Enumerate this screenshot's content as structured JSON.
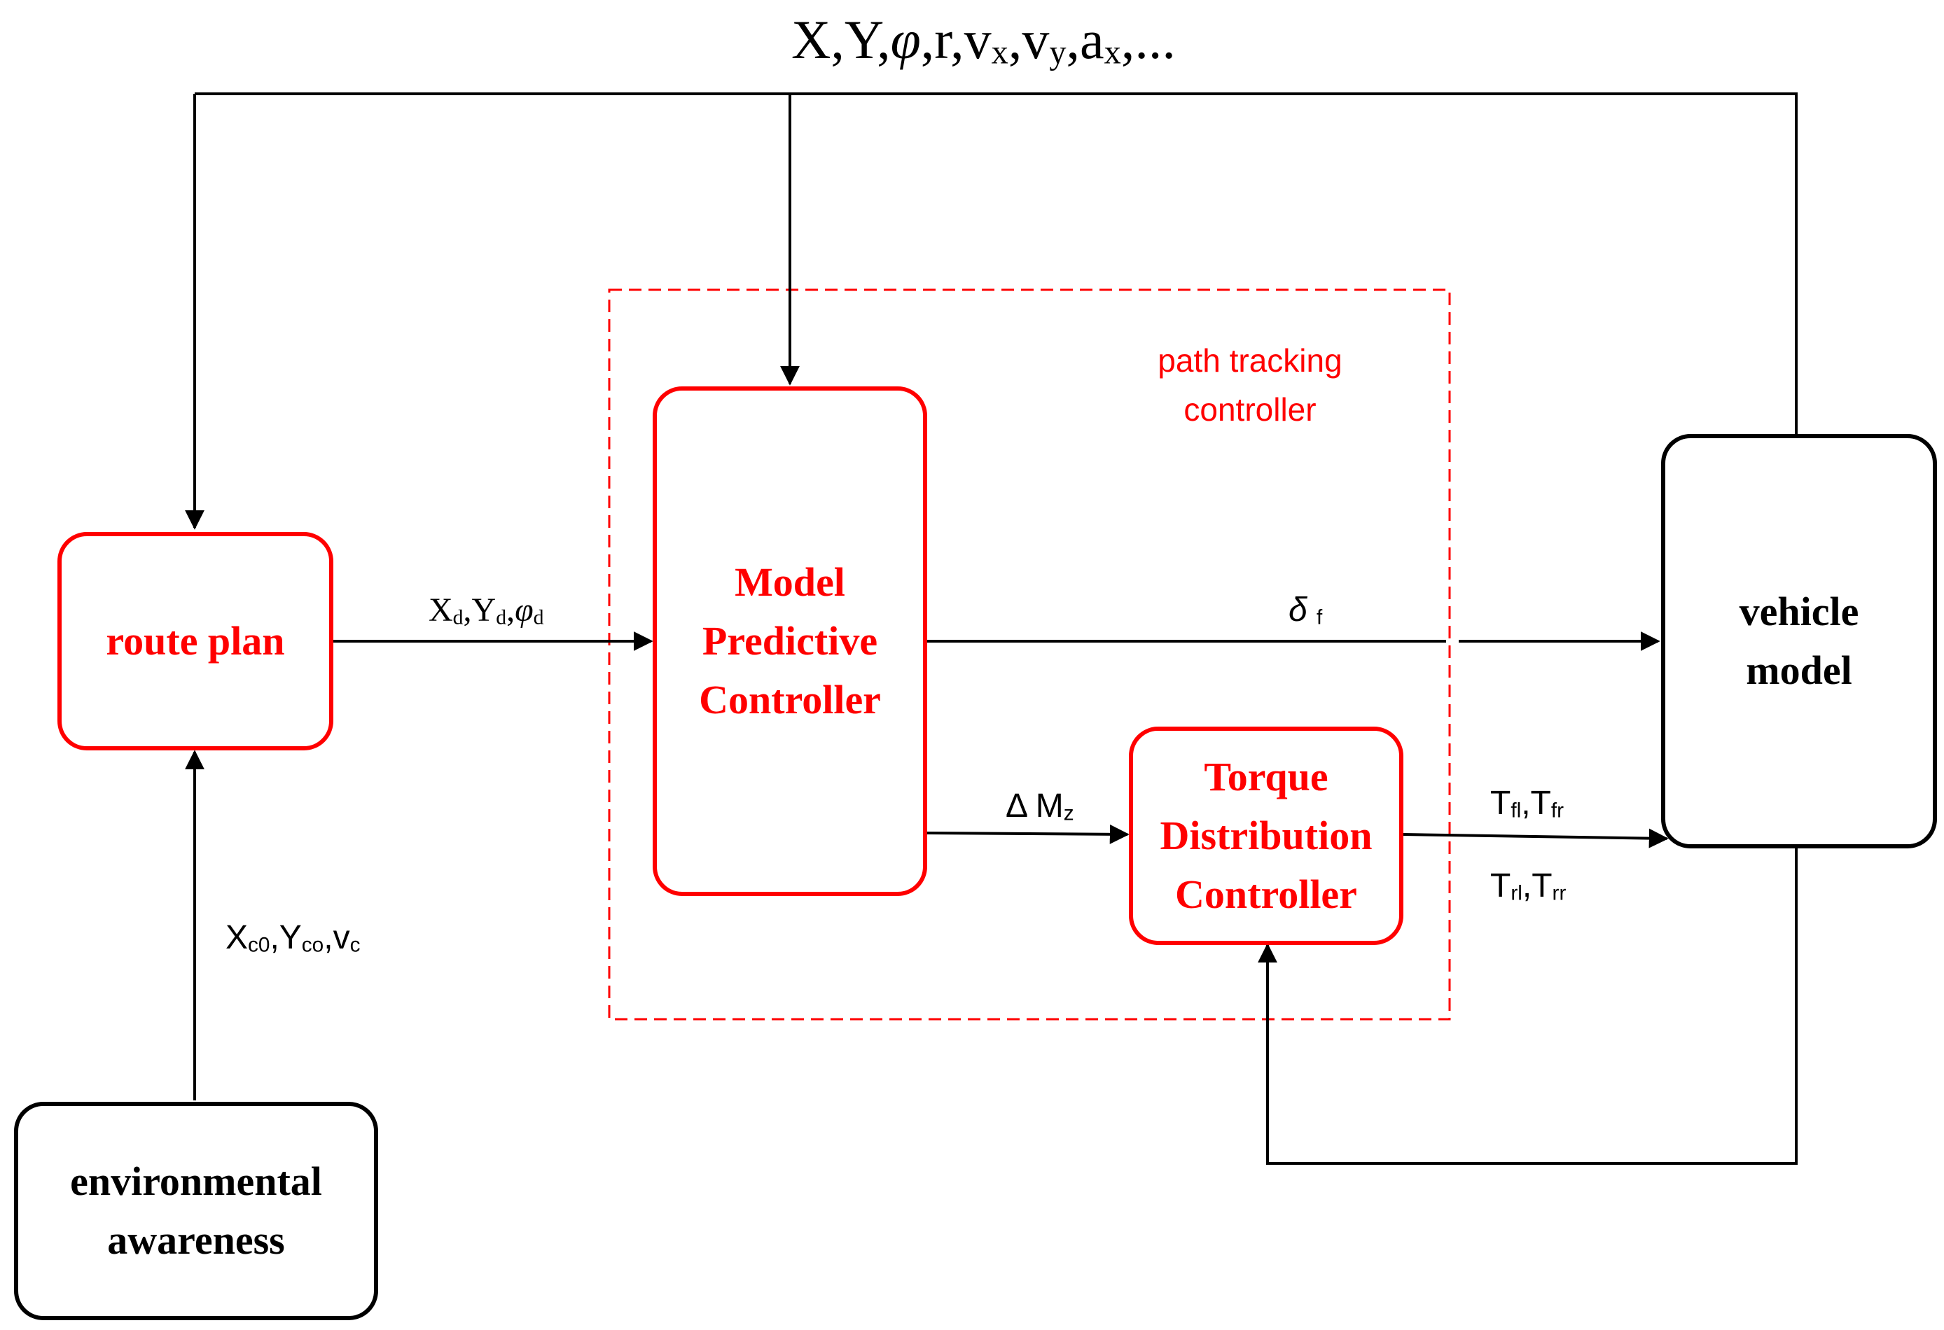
{
  "colors": {
    "group_border": "#ff0000",
    "red_text": "#ff0000",
    "line": "#000000"
  },
  "blocks": {
    "route_plan": "route plan",
    "mpc": "Model\nPredictive\nController",
    "tdc": "Torque\nDistribution\nController",
    "vehicle": "vehicle\nmodel",
    "env": "environmental\nawareness"
  },
  "group": {
    "label": "path tracking\ncontroller"
  },
  "signals": {
    "feedback": {
      "X": "X",
      "Y": "Y",
      "phi": "φ",
      "r": "r",
      "vx": "v",
      "vx_sub": "x",
      "vy": "v",
      "vy_sub": "y",
      "ax": "a",
      "ax_sub": "x",
      "sep": ",",
      "ellipsis": "..."
    },
    "desired": {
      "X": "X",
      "X_sub": "d",
      "Y": "Y",
      "Y_sub": "d",
      "phi": "φ",
      "phi_sub": "d",
      "sep": ","
    },
    "steer": {
      "delta": "δ",
      "sub": "f"
    },
    "yaw_moment": {
      "delta": "Δ",
      "M": "M",
      "sub": "z"
    },
    "torque_front": {
      "T1": "T",
      "s1": "fl",
      "T2": "T",
      "s2": "fr",
      "sep": ","
    },
    "torque_rear": {
      "T1": "T",
      "s1": "rl",
      "T2": "T",
      "s2": "rr",
      "sep": ","
    },
    "obstacle": {
      "X": "X",
      "X_sub": "c0",
      "Y": "Y",
      "Y_sub": "co",
      "v": "v",
      "v_sub": "c",
      "sep": ","
    }
  }
}
